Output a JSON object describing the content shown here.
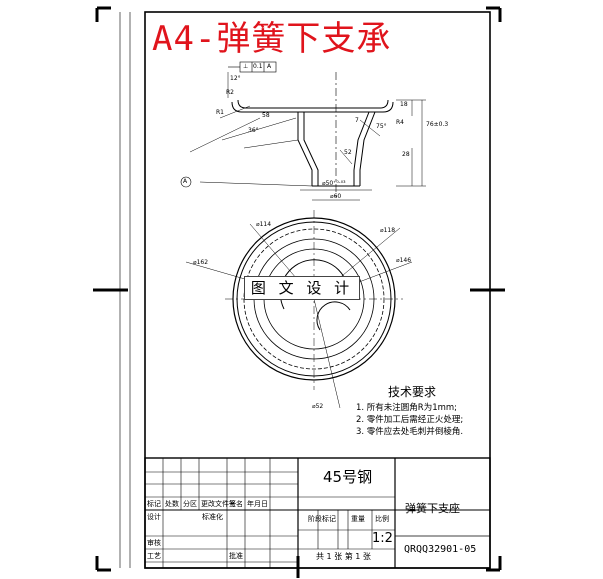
{
  "title": "A4-弹簧下支承",
  "watermark": "图 文 设 计",
  "requirements": {
    "heading": "技术要求",
    "items": [
      "1. 所有未注圆角R为1mm;",
      "2. 零件加工后需经正火处理;",
      "3. 零件应去处毛刺并倒棱角."
    ]
  },
  "title_block": {
    "material": "45号钢",
    "part_name": "弹簧下支座",
    "scale": "1:2",
    "drawing_no": "QRQQ32901-05",
    "sheets": "共 1 张  第 1 张",
    "labels": [
      "标记",
      "处数",
      "分区",
      "更改文件号",
      "签名",
      "年月日",
      "设计",
      "标准化",
      "审核",
      "工艺",
      "批准",
      "阶段标记",
      "重量",
      "比例"
    ]
  },
  "dimensions": {
    "tolerance_frame": [
      "⊥",
      "0.1",
      "A"
    ],
    "angle_12": "12°",
    "r2": "R2",
    "r1": "R1",
    "d58": "58",
    "angle_36": "36°",
    "a75": "75°",
    "d7": "7",
    "r4": "R4",
    "h18": "18",
    "h76": "76±0.3",
    "h28": "28",
    "d52": "52",
    "bore": "⌀50⁺⁰·⁰³",
    "d60": "⌀60",
    "datum": "A",
    "d114": "⌀114",
    "d118": "⌀118",
    "d162": "⌀162",
    "d146": "⌀146",
    "d52b": "⌀52"
  }
}
